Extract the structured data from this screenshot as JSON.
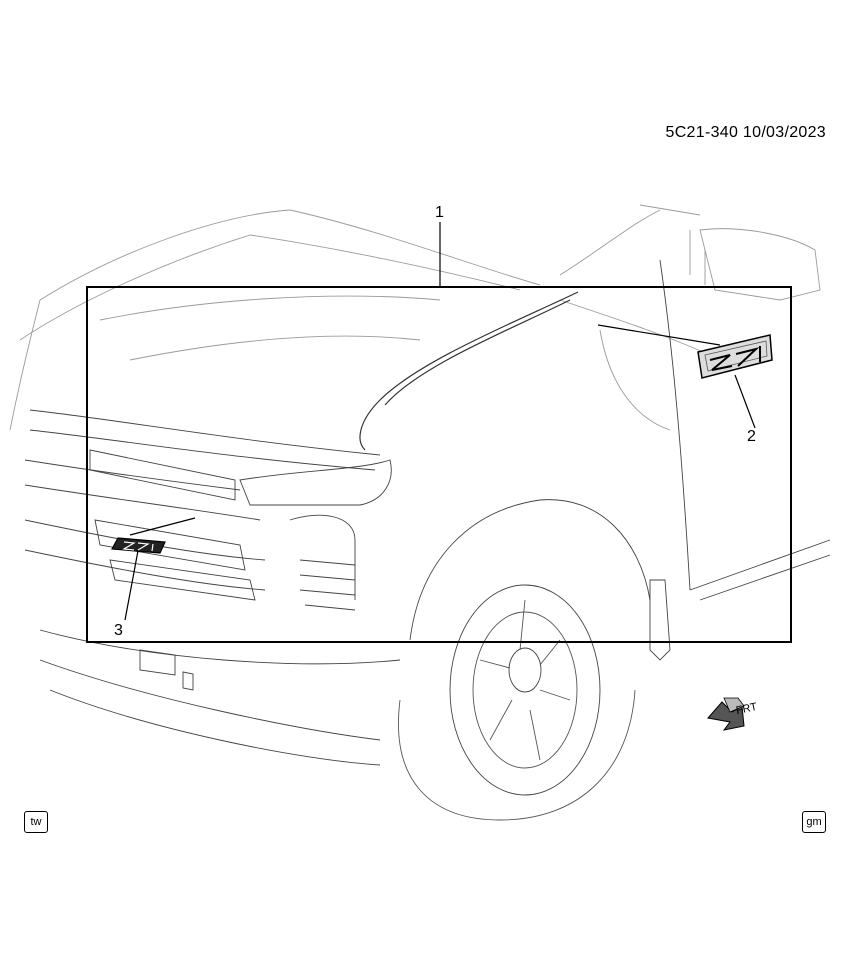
{
  "header": {
    "code_date": "5C21-340  10/03/2023"
  },
  "callouts": [
    {
      "id": "1",
      "label": "1"
    },
    {
      "id": "2",
      "label": "2"
    },
    {
      "id": "3",
      "label": "3"
    }
  ],
  "badges": {
    "left": "tw",
    "right": "gm"
  },
  "direction_indicator": {
    "label": "FRT",
    "icon": "front-arrow-icon"
  },
  "emblem": {
    "text": "Z71"
  },
  "colors": {
    "line": "#000000",
    "sketch": "#9a9a9a",
    "background": "#ffffff"
  }
}
